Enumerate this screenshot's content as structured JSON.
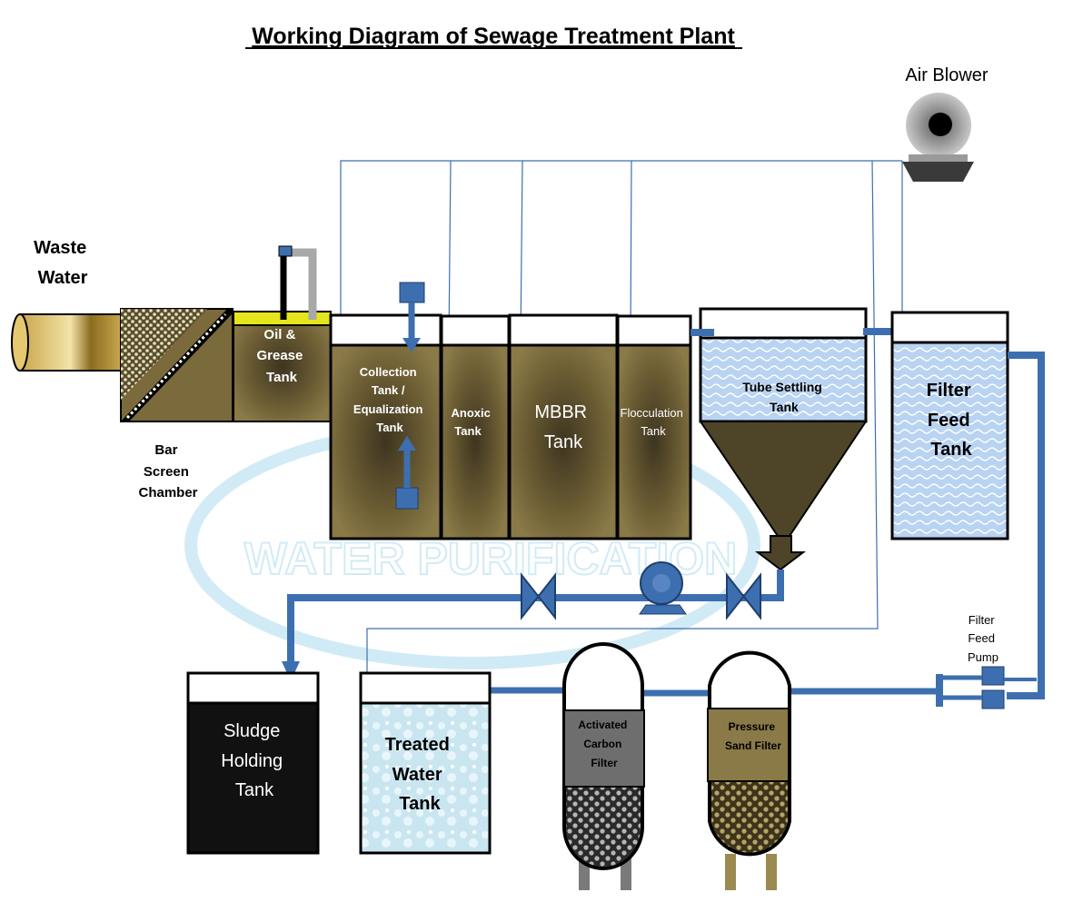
{
  "title": "Working Diagram of Sewage Treatment Plant",
  "watermark": "WATER PURIFICATION",
  "labels": {
    "waste_water": [
      "Waste",
      "Water"
    ],
    "air_blower": "Air Blower",
    "bar_screen": [
      "Bar",
      "Screen",
      "Chamber"
    ],
    "oil_grease": [
      "Oil &",
      "Grease",
      "Tank"
    ],
    "collection": [
      "Collection",
      "Tank /",
      "Equalization",
      "Tank"
    ],
    "anoxic": [
      "Anoxic",
      "Tank"
    ],
    "mbbr": [
      "MBBR",
      "Tank"
    ],
    "flocculation": [
      "Flocculation",
      "Tank"
    ],
    "tube_settling": [
      "Tube Settling",
      "Tank"
    ],
    "filter_feed_tank": [
      "Filter",
      "Feed",
      "Tank"
    ],
    "filter_feed_pump": [
      "Filter",
      "Feed",
      "Pump"
    ],
    "sludge": [
      "Sludge",
      "Holding",
      "Tank"
    ],
    "treated": [
      "Treated",
      "Water",
      "Tank"
    ],
    "carbon_filter": [
      "Activated",
      "Carbon",
      "Filter"
    ],
    "sand_filter": [
      "Pressure",
      "Sand Filter"
    ]
  },
  "colors": {
    "pipe": "#3d6fb0",
    "tank_fill": "#7a6a3c",
    "water": "#b9d3f2",
    "outline": "#000000",
    "sludge": "#111111",
    "carbon_filter": "#6e6e6e",
    "sand_filter": "#8a7a48"
  }
}
